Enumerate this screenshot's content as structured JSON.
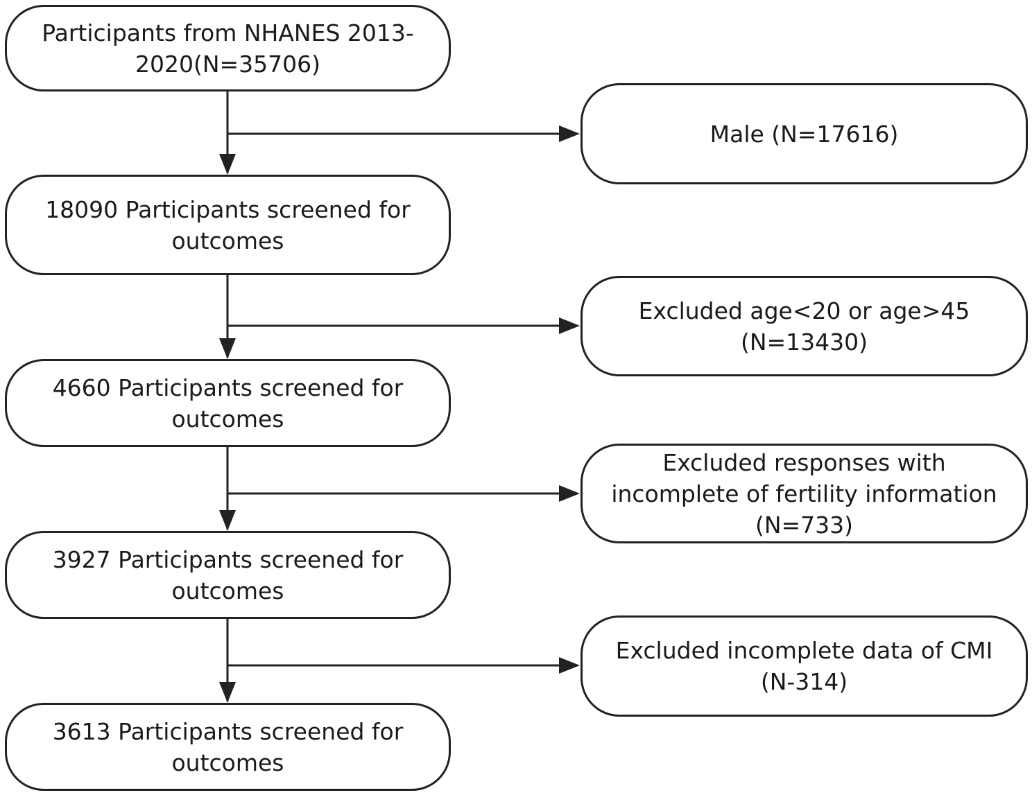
{
  "flowchart": {
    "main_boxes": [
      {
        "lines": [
          "Participants from NHANES 2013-",
          "2020(N=35706)"
        ]
      },
      {
        "lines": [
          "18090 Participants screened for",
          "outcomes"
        ]
      },
      {
        "lines": [
          "4660 Participants screened for",
          "outcomes"
        ]
      },
      {
        "lines": [
          "3927 Participants screened for",
          "outcomes"
        ]
      },
      {
        "lines": [
          "3613 Participants screened for",
          "outcomes"
        ]
      }
    ],
    "exclusion_boxes": [
      {
        "lines": [
          "Male (N=17616)"
        ]
      },
      {
        "lines": [
          "Excluded age<20 or age>45",
          "(N=13430)"
        ]
      },
      {
        "lines": [
          "Excluded responses with",
          "incomplete of fertility information",
          "(N=733)"
        ]
      },
      {
        "lines": [
          "Excluded incomplete data of CMI",
          "(N-314)"
        ]
      }
    ],
    "colors": {
      "border": "#222222",
      "text": "#1a1a1a",
      "background": "#ffffff"
    }
  }
}
